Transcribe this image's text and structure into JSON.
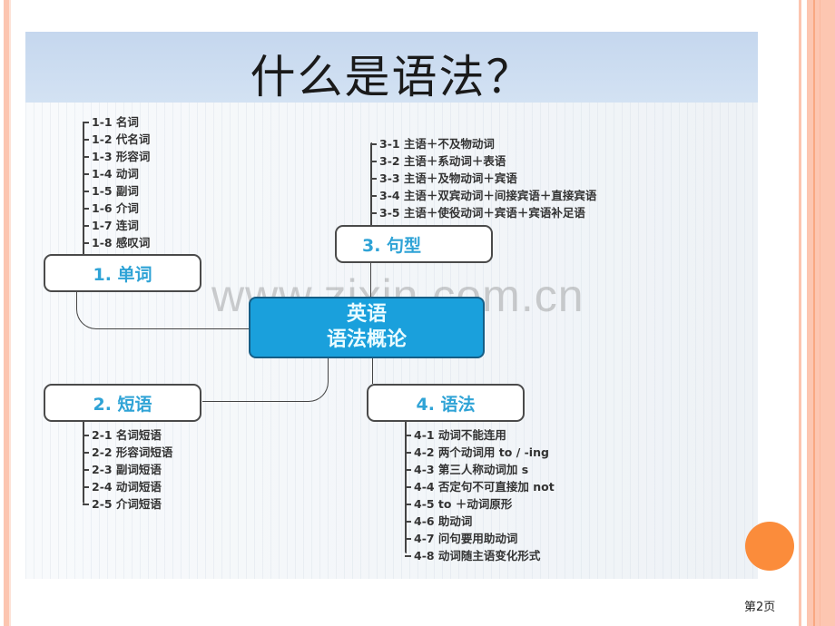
{
  "slide": {
    "title": "什么是语法？",
    "center_node": {
      "line1": "英语",
      "line2": "语法概论"
    },
    "watermark": "www.zixin.com.cn",
    "branches": [
      {
        "label": "1. 单词",
        "items": [
          "1-1 名词",
          "1-2 代名词",
          "1-3 形容词",
          "1-4 动词",
          "1-5 副词",
          "1-6 介词",
          "1-7 连词",
          "1-8 感叹词"
        ]
      },
      {
        "label": "2. 短语",
        "items": [
          "2-1 名词短语",
          "2-2 形容词短语",
          "2-3 副词短语",
          "2-4 动词短语",
          "2-5 介词短语"
        ]
      },
      {
        "label": "3. 句型",
        "items": [
          "3-1 主语＋不及物动词",
          "3-2 主语＋系动词＋表语",
          "3-3 主语＋及物动词＋宾语",
          "3-4 主语＋双宾动词＋间接宾语＋直接宾语",
          "3-5 主语＋使役动词＋宾语＋宾语补足语"
        ]
      },
      {
        "label": "4. 语法",
        "items": [
          "4-1 动词不能连用",
          "4-2 两个动词用 to / -ing",
          "4-3 第三人称动词加 s",
          "4-4 否定句不可直接加 not",
          "4-5 to ＋动词原形",
          "4-6 助动词",
          "4-7 问句要用助动词",
          "4-8 动词随主语变化形式"
        ]
      }
    ]
  },
  "footer": {
    "page_label": "第2页"
  },
  "colors": {
    "accent_orange": "#fb8c3b",
    "stripe_peach": "#fcc5b0",
    "node_text_blue": "#2fa3d6",
    "center_blue": "#1aa0dc"
  }
}
